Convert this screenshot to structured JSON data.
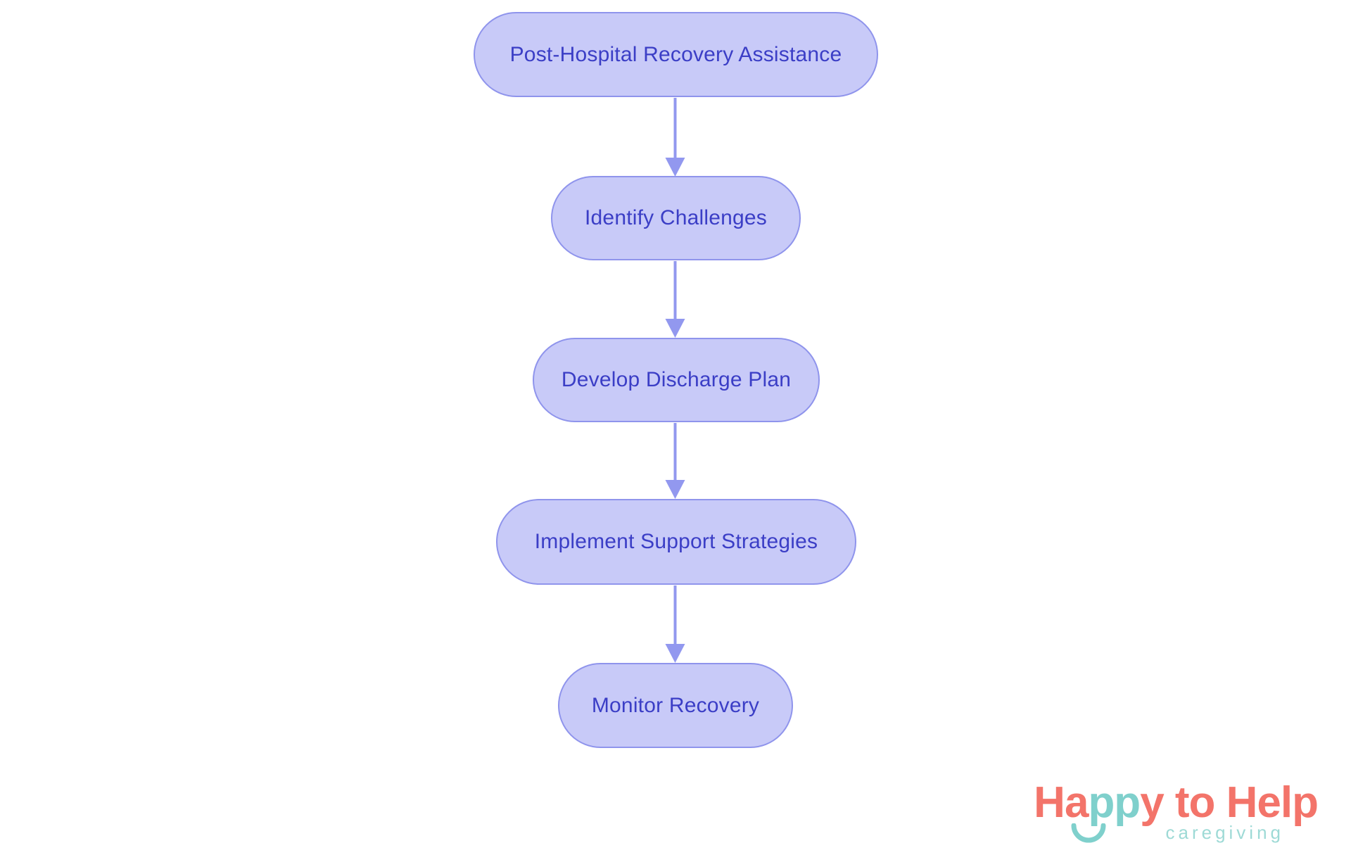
{
  "flowchart": {
    "type": "flowchart",
    "direction": "top-down",
    "nodes": [
      {
        "id": 0,
        "label": "Post-Hospital Recovery Assistance"
      },
      {
        "id": 1,
        "label": "Identify Challenges"
      },
      {
        "id": 2,
        "label": "Develop Discharge Plan"
      },
      {
        "id": 3,
        "label": "Implement Support Strategies"
      },
      {
        "id": 4,
        "label": "Monitor Recovery"
      }
    ],
    "edges": [
      {
        "from": 0,
        "to": 1
      },
      {
        "from": 1,
        "to": 2
      },
      {
        "from": 2,
        "to": 3
      },
      {
        "from": 3,
        "to": 4
      }
    ],
    "colors": {
      "node_fill": "#c8caf8",
      "node_border": "#8f94ec",
      "node_text": "#3b3ec6",
      "arrow": "#9298ef",
      "background": "#ffffff"
    }
  },
  "logo": {
    "word_part_coral_1": "Ha",
    "word_part_teal": "pp",
    "word_part_coral_2": "y to Help",
    "subtitle": "caregiving",
    "colors": {
      "coral": "#f3746a",
      "teal": "#7fd0cc",
      "subtitle_teal": "#9edad6"
    }
  }
}
